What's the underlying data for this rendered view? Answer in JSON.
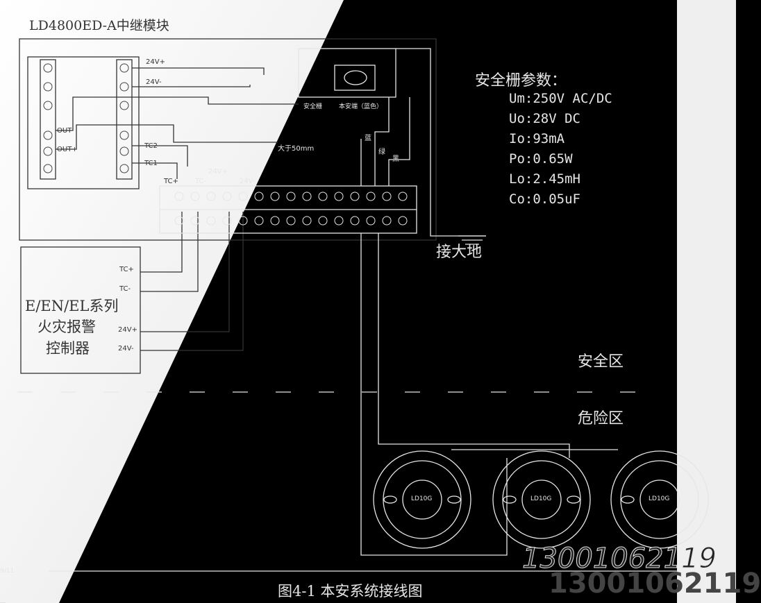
{
  "module_title": "LD4800ED-A中继模块",
  "terminal_labels": {
    "v24p": "24V+",
    "v24m": "24V-",
    "out_minus": "OUT-",
    "out_plus": "OUT+",
    "tc2": "TC2",
    "tc1": "TC1",
    "tc_plus": "TC+",
    "tc_minus": "TC-",
    "strip_24vp": "24V+",
    "strip_24vm": "24V-"
  },
  "barrier_labels": {
    "safety_barrier": "安全栅",
    "intrinsic_safe": "本安端（蓝色）",
    "distance_note": "大于50mm",
    "wire_color_1": "蓝",
    "wire_color_2": "绿",
    "wire_color_3": "黑",
    "ground": "接大地"
  },
  "params": {
    "title": "安全栅参数：",
    "um": "Um:250V AC/DC",
    "uo": "Uo:28V  DC",
    "io": "Io:93mA",
    "po": "Po:0.65W",
    "lo": "Lo:2.45mH",
    "co": "Co:0.05uF"
  },
  "controller": {
    "line1": "E/EN/EL系列",
    "line2": "火灾报警",
    "line3": "控制器",
    "tc_plus": "TC+",
    "tc_minus": "TC-",
    "v24p": "24V+",
    "v24m": "24V-"
  },
  "zones": {
    "safe": "安全区",
    "hazard": "危险区"
  },
  "detectors": [
    {
      "label": "LD10G"
    },
    {
      "label": "LD10G"
    },
    {
      "label": "LD10G"
    }
  ],
  "caption": "图4-1 本安系统接线图",
  "watermark": {
    "italic": "13001062119",
    "bold": "13001062119"
  },
  "page_number": "9/11",
  "colors": {
    "light_panel": "#f3f3f3",
    "dark_panel": "#000000",
    "ink_dark": "#333333",
    "ink_light": "#e8e8e8"
  }
}
